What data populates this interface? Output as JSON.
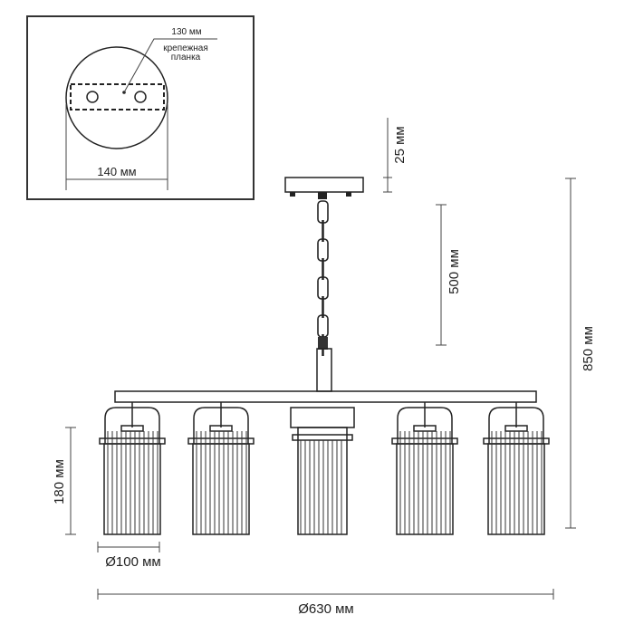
{
  "inset": {
    "bracket_length": "130 мм",
    "bracket_label_line1": "крепежная",
    "bracket_label_line2": "планка",
    "canopy_diameter": "140 мм"
  },
  "dimensions": {
    "canopy_height": "25 мм",
    "chain_length": "500 мм",
    "total_height": "850 мм",
    "shade_height": "180 мм",
    "shade_diameter": "Ø100 мм",
    "total_diameter": "Ø630 мм"
  },
  "shade_count": 5
}
